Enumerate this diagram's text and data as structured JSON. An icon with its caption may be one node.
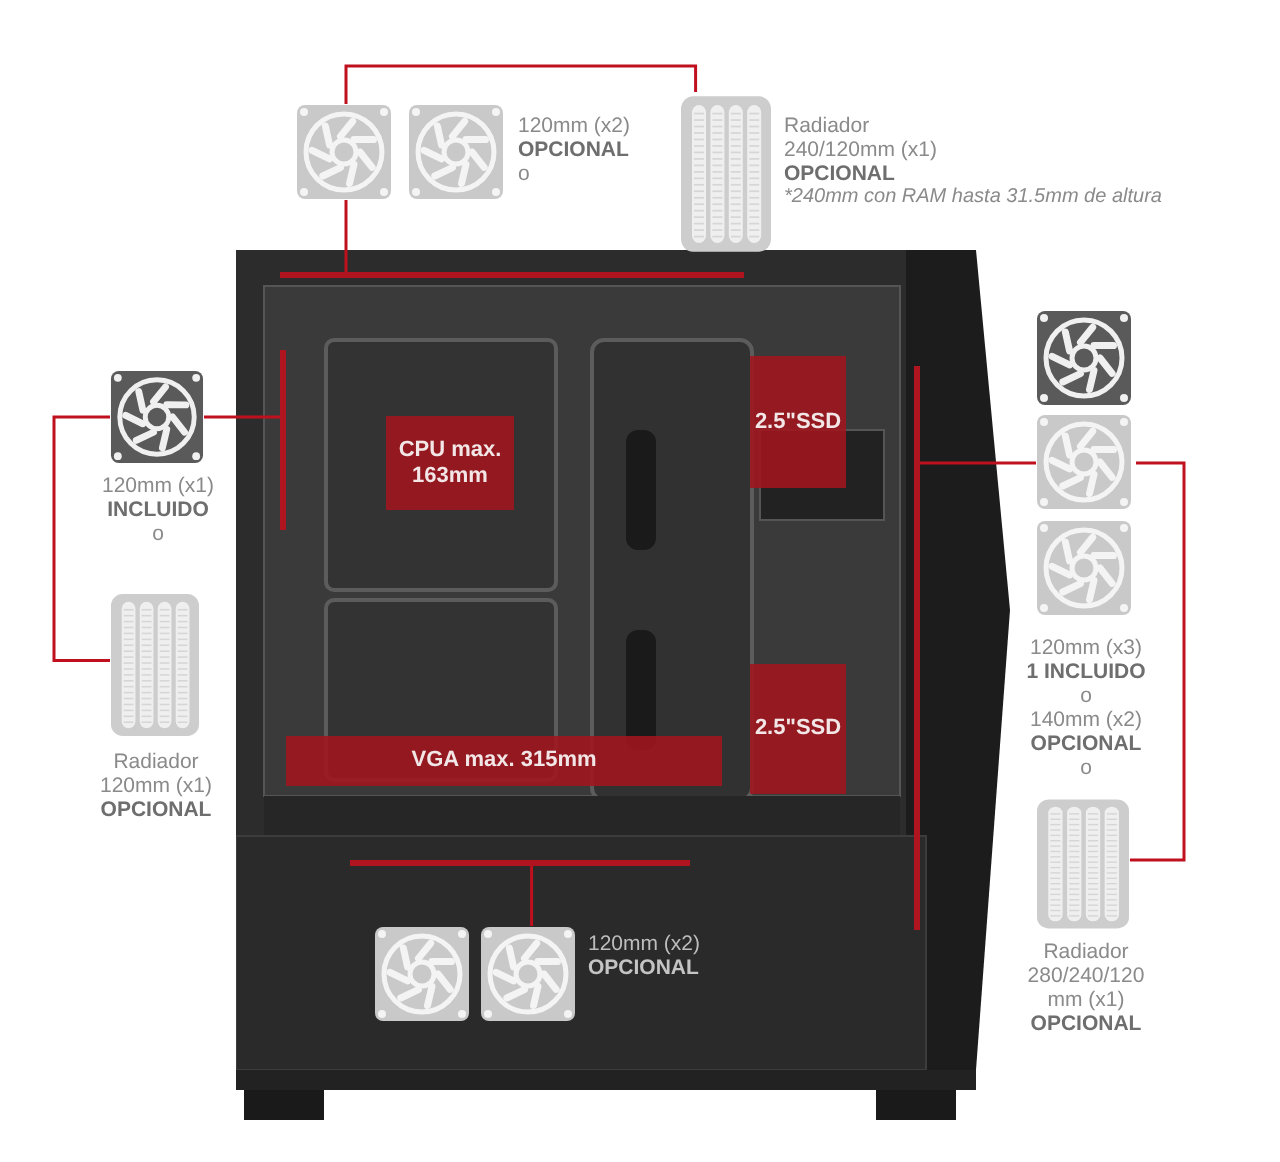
{
  "diagram": {
    "nodes": [
      {
        "text": [],
        "shape": "picture"
      },
      {
        "text": [
          "CPU max. 163mm"
        ],
        "in": 0
      },
      {
        "text": [
          "2.5\"SSD"
        ],
        "in": 0
      },
      {
        "text": [
          "2.5\"SSD"
        ],
        "in": 0
      },
      {
        "text": [
          "VGA max. 315mm"
        ],
        "in": 0
      },
      {
        "text": [],
        "shape": "bar",
        "in": 0
      },
      {
        "text": [],
        "shape": "bar",
        "in": 0
      },
      {
        "text": [],
        "shape": "bar",
        "in": 0
      },
      {
        "text": [],
        "shape": "bar",
        "in": 0
      },
      {
        "text": [],
        "shape": "picture",
        "beside": [
          "120mm (x2)",
          "OPCIONAL",
          "o"
        ]
      },
      {
        "text": [],
        "shape": "picture",
        "beside": [
          "Radiador",
          "240/120mm (x1)",
          "OPCIONAL",
          "*240mm con RAM hasta 31.5mm de altura"
        ]
      },
      {
        "text": [],
        "shape": "picture",
        "beside": [
          "120mm (x1)",
          "INCLUIDO",
          "o"
        ]
      },
      {
        "text": [],
        "shape": "picture",
        "beside": [
          "Radiador",
          "120mm (x1)",
          "OPCIONAL"
        ]
      },
      {
        "text": [],
        "shape": "picture",
        "beside": [
          "120mm (x3)",
          "1 INCLUIDO",
          "o",
          "140mm (x2)",
          "OPCIONAL",
          "o"
        ]
      },
      {
        "text": [],
        "shape": "picture",
        "beside": [
          "Radiador",
          "280/240/120 mm (x1)",
          "OPCIONAL"
        ]
      },
      {
        "text": [],
        "shape": "picture",
        "in": 0,
        "beside": [
          "120mm (x2)",
          "OPCIONAL"
        ]
      }
    ],
    "edges": [
      {
        "from": 10,
        "to": 9,
        "arrow": "none"
      },
      {
        "from": 9,
        "to": 5,
        "arrow": "none"
      },
      {
        "from": 12,
        "to": 11,
        "arrow": "none"
      },
      {
        "from": 11,
        "to": 6,
        "arrow": "none"
      },
      {
        "from": 14,
        "to": 13,
        "arrow": "none"
      },
      {
        "from": 13,
        "to": 7,
        "arrow": "none"
      },
      {
        "from": 15,
        "to": 8,
        "arrow": "none"
      }
    ]
  }
}
